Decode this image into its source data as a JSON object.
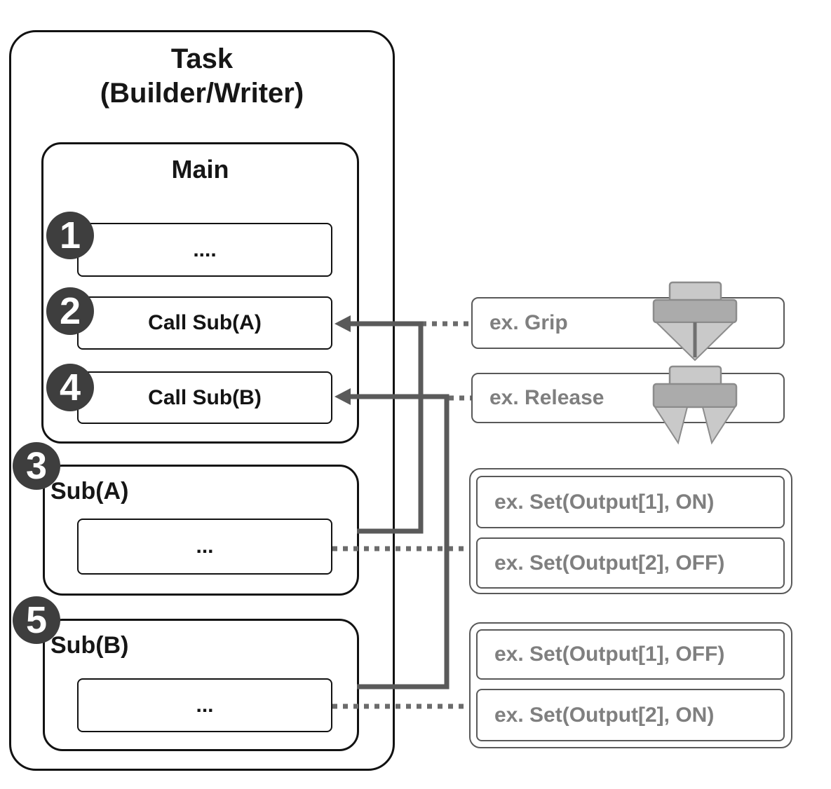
{
  "diagram_title": {
    "line1": "Task",
    "line2": "(Builder/Writer)"
  },
  "main_block": {
    "title": "Main",
    "steps": [
      {
        "badge": "1",
        "label": "...."
      },
      {
        "badge": "2",
        "label": "Call Sub(A)"
      },
      {
        "badge": "4",
        "label": "Call Sub(B)"
      }
    ]
  },
  "sub_blocks": [
    {
      "badge": "3",
      "title": "Sub(A)",
      "body": "..."
    },
    {
      "badge": "5",
      "title": "Sub(B)",
      "body": "..."
    }
  ],
  "annotations": {
    "grip": {
      "label": "ex. Grip",
      "icon": "gripper-closed-icon"
    },
    "release": {
      "label": "ex. Release",
      "icon": "gripper-open-icon"
    },
    "sub_a_examples": [
      {
        "label": "ex. Set(Output[1], ON)"
      },
      {
        "label": "ex. Set(Output[2], OFF)"
      }
    ],
    "sub_b_examples": [
      {
        "label": "ex. Set(Output[1], OFF)"
      },
      {
        "label": "ex. Set(Output[2], ON)"
      }
    ]
  },
  "colors": {
    "box_border_black": "#121212",
    "badge_fill": "#3e3e3e",
    "badge_text": "#ffffff",
    "gray_border": "#595959",
    "gray_text": "#7f7f7f",
    "connector_solid": "#5a5a5a",
    "connector_dotted": "#6b6b6b",
    "icon_light_gray": "#c9c9c9",
    "icon_mid_gray": "#ababab"
  }
}
